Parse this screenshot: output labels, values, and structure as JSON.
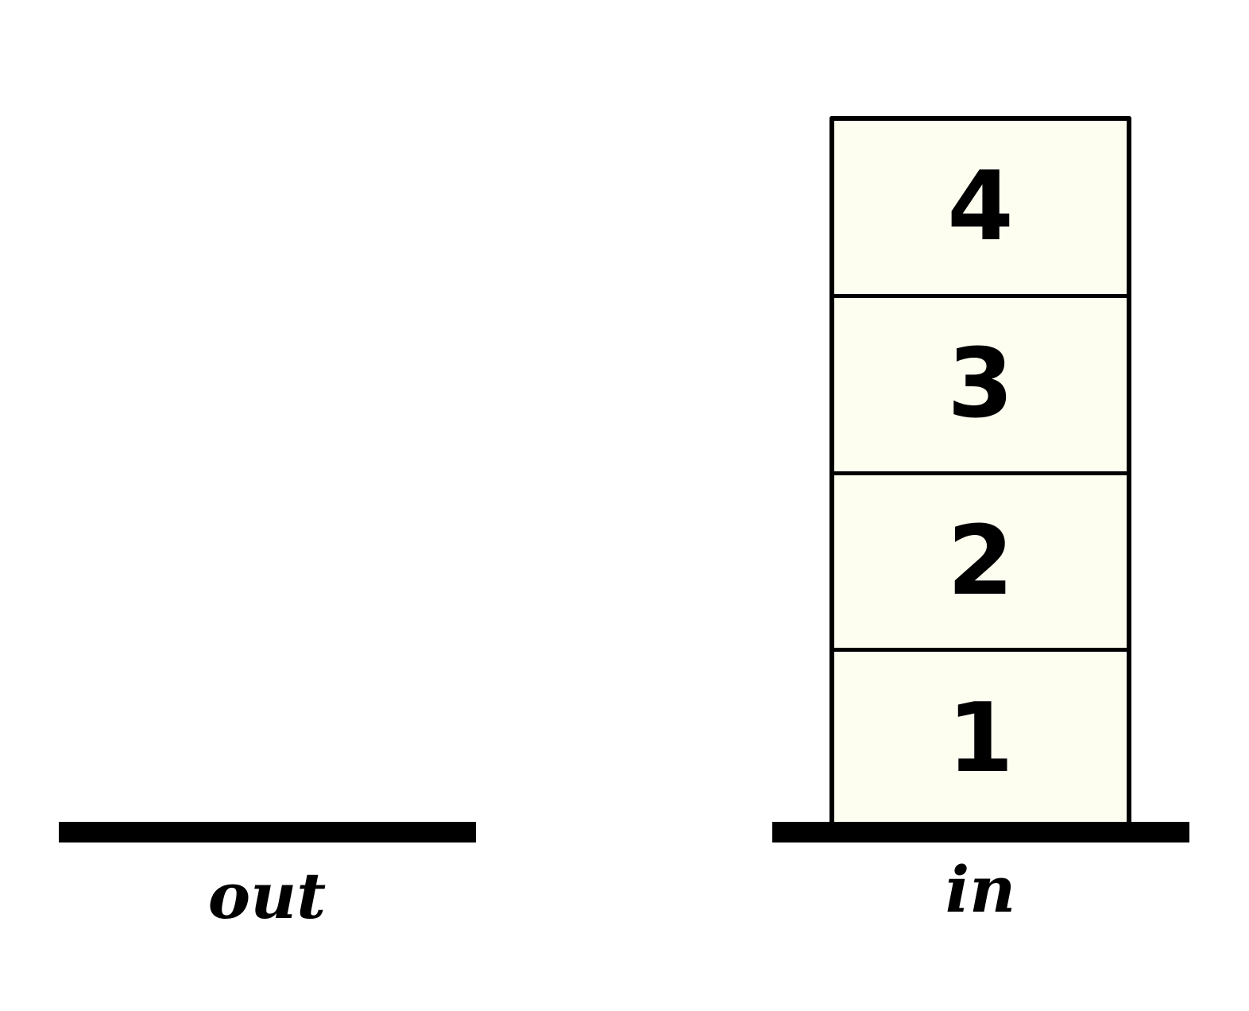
{
  "diagram": {
    "stacks": [
      {
        "id": "out",
        "label": "out",
        "items": []
      },
      {
        "id": "in",
        "label": "in",
        "items": [
          "4",
          "3",
          "2",
          "1"
        ]
      }
    ],
    "colors": {
      "cell_fill": "#fdfef0",
      "stroke": "#000000",
      "background": "#ffffff"
    }
  }
}
